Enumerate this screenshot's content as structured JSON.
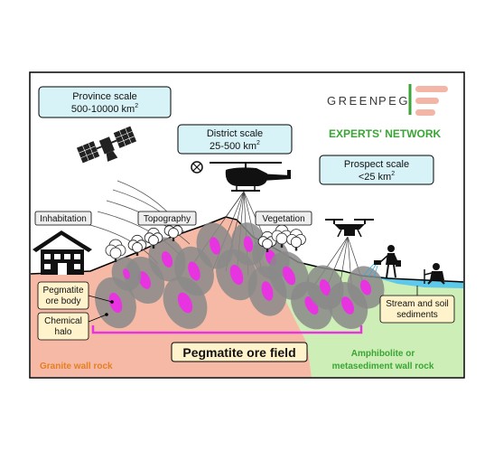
{
  "logo": {
    "name_left": "GREEN",
    "name_right": "PEG",
    "subtitle": "EXPERTS' NETWORK",
    "colors": {
      "text": "#3a3a3a",
      "green": "#3aa535",
      "salmon": "#f3b6a6"
    }
  },
  "scales": {
    "province": {
      "title": "Province scale",
      "range": "500-10000 km",
      "unit_sup": "2"
    },
    "district": {
      "title": "District scale",
      "range": "25-500 km",
      "unit_sup": "2"
    },
    "prospect": {
      "title": "Prospect scale",
      "range": "<25 km",
      "unit_sup": "2"
    }
  },
  "surface_labels": {
    "inhabitation": "Inhabitation",
    "topography": "Topography",
    "vegetation": "Vegetation"
  },
  "legend": {
    "ore_body": [
      "Pegmatite",
      "ore body"
    ],
    "halo": [
      "Chemical",
      "halo"
    ]
  },
  "stream": [
    "Stream and soil",
    "sediments"
  ],
  "ore_field": "Pegmatite ore field",
  "rocks": {
    "granite": "Granite wall rock",
    "amphibolite": [
      "Amphibolite or",
      "metasediment wall rock"
    ]
  },
  "colors": {
    "granite": "#f6b9a6",
    "amphibolite": "#cdeeb7",
    "halo": "#8a8a8a",
    "ore": "#e833e0",
    "box": "#d8f3f7",
    "granite_text": "#e67e22",
    "amph_text": "#3aa535",
    "water": "#5ec8ea"
  },
  "icons": [
    "satellite-icon",
    "helicopter-icon",
    "drone-icon",
    "house-icon",
    "tree-icon",
    "person-icon"
  ]
}
